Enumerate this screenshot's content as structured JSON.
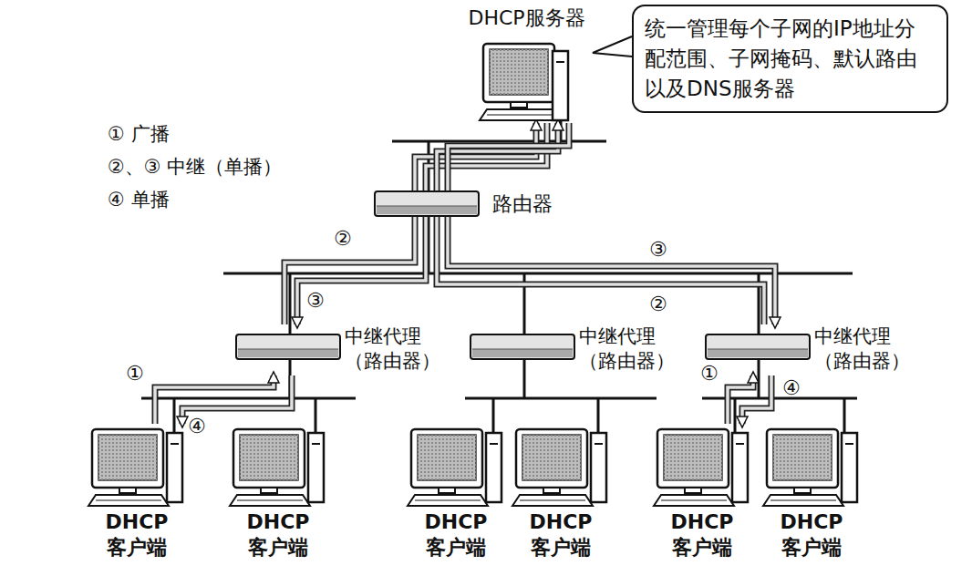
{
  "diagram": {
    "nodes": [
      {
        "text": [
          "DHCP服务器"
        ]
      },
      {
        "text": [
          "统一管理每个子网的IP地址分配范围、子网掩码、默认路由以及DNS服务器"
        ]
      },
      {
        "text": [
          "路由器"
        ]
      },
      {
        "text": [
          "中继代理 （路由器）"
        ]
      },
      {
        "text": [
          "中继代理 （路由器）"
        ]
      },
      {
        "text": [
          "中继代理 （路由器）"
        ]
      },
      {
        "text": [
          "DHCP 客户端"
        ]
      },
      {
        "text": [
          "DHCP 客户端"
        ]
      },
      {
        "text": [
          "DHCP 客户端"
        ]
      },
      {
        "text": [
          "DHCP 客户端"
        ]
      },
      {
        "text": [
          "DHCP 客户端"
        ]
      },
      {
        "text": [
          "DHCP 客户端"
        ]
      }
    ],
    "edges": [
      {
        "from": 6,
        "to": 3,
        "arrow": "to"
      },
      {
        "from": 3,
        "to": 0,
        "arrow": "to"
      },
      {
        "from": 0,
        "to": 3,
        "arrow": "to"
      },
      {
        "from": 3,
        "to": 6,
        "arrow": "to"
      },
      {
        "from": 10,
        "to": 5,
        "arrow": "to"
      },
      {
        "from": 5,
        "to": 0,
        "arrow": "to"
      },
      {
        "from": 0,
        "to": 5,
        "arrow": "to"
      },
      {
        "from": 5,
        "to": 10,
        "arrow": "to"
      }
    ],
    "labels": [
      "②",
      "③",
      "③",
      "②",
      "①",
      "④",
      "①",
      "④"
    ],
    "legend": [
      {
        "text": "① 广播"
      },
      {
        "text": "②、③ 中继（单播）"
      },
      {
        "text": "④ 单播"
      }
    ]
  }
}
